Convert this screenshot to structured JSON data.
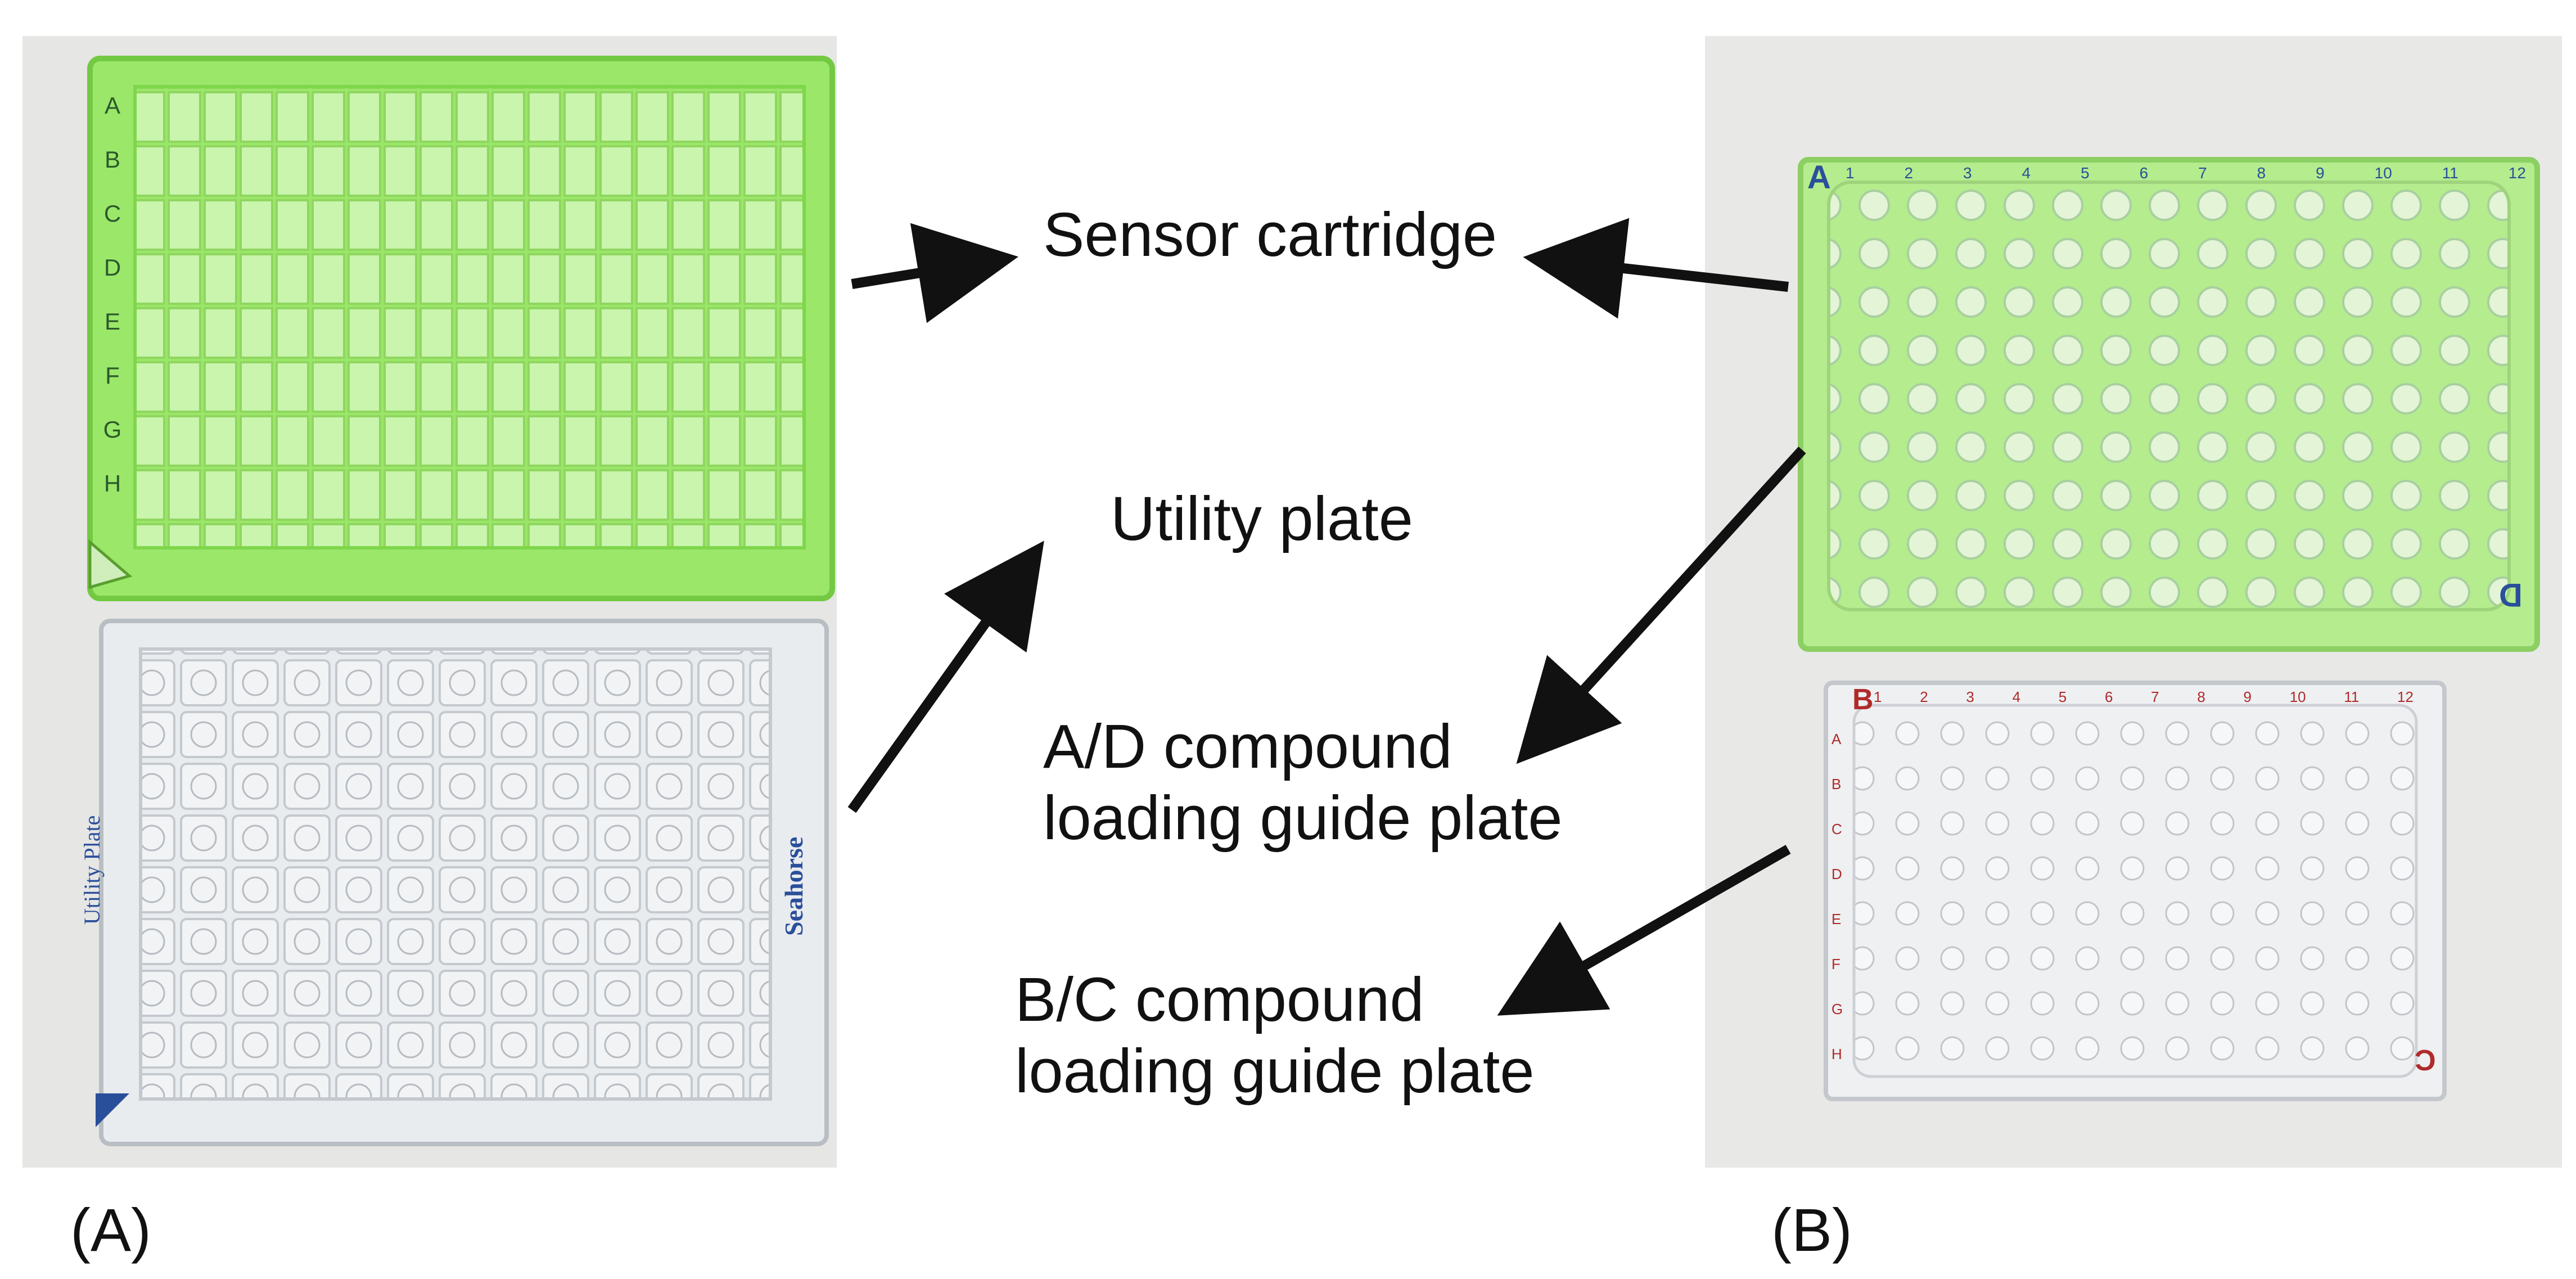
{
  "panels": {
    "a": {
      "letter": "(A)"
    },
    "b": {
      "letter": "(B)"
    }
  },
  "callouts": {
    "sensor_cartridge": "Sensor cartridge",
    "utility_plate": "Utility plate",
    "ad_line1": "A/D compound",
    "ad_line2": "loading guide plate",
    "bc_line1": "B/C compound",
    "bc_line2": "loading guide plate"
  },
  "plates": {
    "sensor_rows": [
      "A",
      "B",
      "C",
      "D",
      "E",
      "F",
      "G",
      "H"
    ],
    "utility_text_left": "Utility Plate",
    "utility_text_right": "Seahorse",
    "ad_corner_top": "A",
    "ad_corner_bottom": "D",
    "bc_corner_top": "B",
    "bc_corner_bottom": "C",
    "guide_rows": [
      "A",
      "B",
      "C",
      "D",
      "E",
      "F",
      "G",
      "H"
    ],
    "guide_cols": [
      "1",
      "2",
      "3",
      "4",
      "5",
      "6",
      "7",
      "8",
      "9",
      "10",
      "11",
      "12"
    ]
  },
  "colors": {
    "green_plate": "#9be76a",
    "green_frame": "#7fd64a",
    "clear_plate": "#e9ecef",
    "photo_bg": "#e7e7e5",
    "ad_text": "#2a4f9a",
    "bc_text": "#b02a2a",
    "arrow": "#111111"
  }
}
